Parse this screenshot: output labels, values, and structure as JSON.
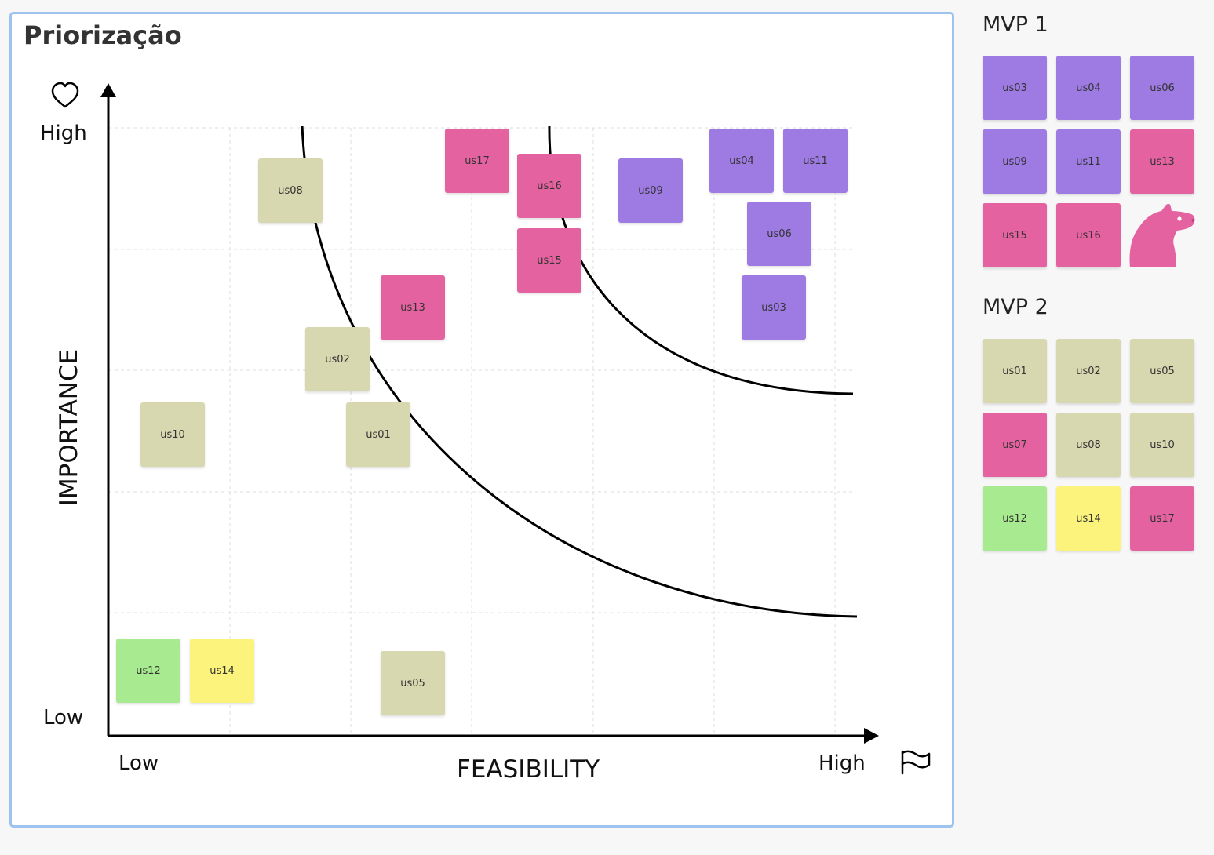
{
  "board": {
    "title": "Priorização",
    "y_axis": {
      "label": "IMPORTANCE",
      "high": "High",
      "low": "Low",
      "icon": "heart-icon"
    },
    "x_axis": {
      "label": "FEASIBILITY",
      "high": "High",
      "low": "Low",
      "icon": "flag-icon"
    }
  },
  "colors": {
    "beige": "#d8d8b0",
    "pink": "#e3629f",
    "purple": "#9d7be3",
    "green": "#a7ea8f",
    "yellow": "#fbf37c",
    "frame_border": "#9ec3ee"
  },
  "board_notes": [
    {
      "id": "us08",
      "color": "beige"
    },
    {
      "id": "us17",
      "color": "pink"
    },
    {
      "id": "us16",
      "color": "pink"
    },
    {
      "id": "us15",
      "color": "pink"
    },
    {
      "id": "us09",
      "color": "purple"
    },
    {
      "id": "us04",
      "color": "purple"
    },
    {
      "id": "us11",
      "color": "purple"
    },
    {
      "id": "us06",
      "color": "purple"
    },
    {
      "id": "us03",
      "color": "purple"
    },
    {
      "id": "us13",
      "color": "pink"
    },
    {
      "id": "us02",
      "color": "beige"
    },
    {
      "id": "us10",
      "color": "beige"
    },
    {
      "id": "us01",
      "color": "beige"
    },
    {
      "id": "us12",
      "color": "green"
    },
    {
      "id": "us14",
      "color": "yellow"
    },
    {
      "id": "us05",
      "color": "beige"
    }
  ],
  "mvp1": {
    "title": "MVP 1",
    "notes": [
      {
        "id": "us03",
        "color": "purple"
      },
      {
        "id": "us04",
        "color": "purple"
      },
      {
        "id": "us06",
        "color": "purple"
      },
      {
        "id": "us09",
        "color": "purple"
      },
      {
        "id": "us11",
        "color": "purple"
      },
      {
        "id": "us13",
        "color": "pink"
      },
      {
        "id": "us15",
        "color": "pink"
      },
      {
        "id": "us16",
        "color": "pink"
      }
    ],
    "mascot_icon": "capybara-icon"
  },
  "mvp2": {
    "title": "MVP 2",
    "notes": [
      {
        "id": "us01",
        "color": "beige"
      },
      {
        "id": "us02",
        "color": "beige"
      },
      {
        "id": "us05",
        "color": "beige"
      },
      {
        "id": "us07",
        "color": "pink"
      },
      {
        "id": "us08",
        "color": "beige"
      },
      {
        "id": "us10",
        "color": "beige"
      },
      {
        "id": "us12",
        "color": "green"
      },
      {
        "id": "us14",
        "color": "yellow"
      },
      {
        "id": "us17",
        "color": "pink"
      }
    ]
  }
}
